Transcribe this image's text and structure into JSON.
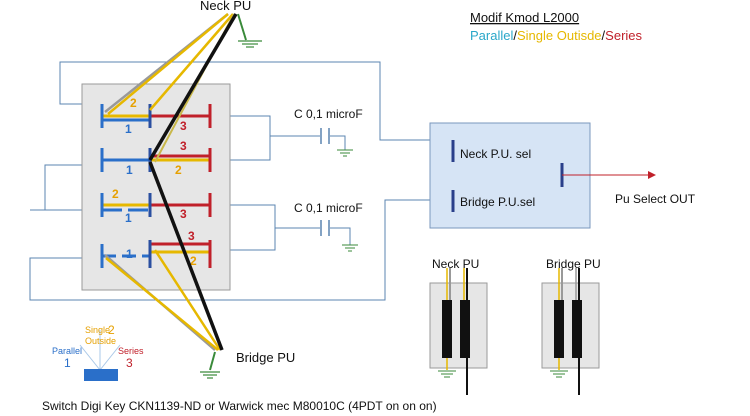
{
  "title": {
    "heading": "Modif Kmod L2000",
    "modes": [
      {
        "text": "Parallel",
        "color": "#2aa7c9"
      },
      {
        "text": "/",
        "color": "#111111"
      },
      {
        "text": "Single ",
        "color": "#e6b800"
      },
      {
        "text": "Outisde",
        "color": "#e6b800"
      },
      {
        "text": "/",
        "color": "#111111"
      },
      {
        "text": "Series",
        "color": "#c0202a"
      }
    ]
  },
  "labels": {
    "neck_pu_top": "Neck PU",
    "bridge_pu_bottom": "Bridge PU",
    "cap_top": "C 0,1 microF",
    "cap_bottom": "C 0,1 microF",
    "neck_sel": "Neck P.U. sel",
    "bridge_sel": "Bridge P.U.sel",
    "pu_select_out": "Pu Select OUT",
    "neck_pu_box": "Neck PU",
    "bridge_pu_box": "Bridge PU",
    "footer": "Switch Digi Key CKN1139-ND or Warwick mec M80010C (4PDT on on on)"
  },
  "switch_rows": [
    {
      "left": "2",
      "left_color": "#e6a000",
      "sub": "1",
      "sub_color": "#2a6fc9",
      "right": "3",
      "right_color": "#c0202a"
    },
    {
      "left": "1",
      "left_color": "#2a6fc9",
      "sub": "3",
      "sub_color": "#c0202a",
      "right": "2",
      "right_color": "#e6a000"
    },
    {
      "left": "2",
      "left_color": "#e6a000",
      "sub": "1",
      "sub_color": "#2a6fc9",
      "right": "3",
      "right_color": "#c0202a"
    },
    {
      "left": "1",
      "left_color": "#2a6fc9",
      "sub": "3",
      "sub_color": "#c0202a",
      "right": "2",
      "right_color": "#e6a000"
    }
  ],
  "legend": {
    "single": "Single",
    "single_num": "2",
    "outside": "Outside",
    "parallel": "Parallel",
    "parallel_num": "1",
    "series": "Series",
    "series_num": "3"
  },
  "colors": {
    "blue_wire": "#2a6fc9",
    "yellow_wire": "#e6b800",
    "red_wire": "#c0202a",
    "panel_fill": "#e6e6e6",
    "selector_fill": "#d6e4f5",
    "thin_wire": "#5b84b1",
    "ground": "#3a8a3a"
  }
}
